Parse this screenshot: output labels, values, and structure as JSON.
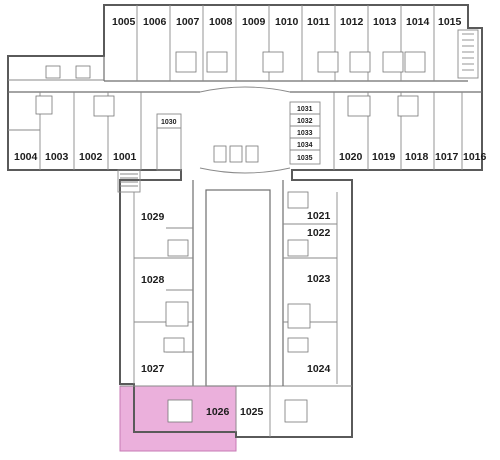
{
  "floor_plan": {
    "highlight_color": "#e7a2d6",
    "highlighted_room": "1026",
    "rooms_top_row": [
      "1005",
      "1006",
      "1007",
      "1008",
      "1009",
      "1010",
      "1011",
      "1012",
      "1013",
      "1014",
      "1015"
    ],
    "rooms_left_wing": [
      "1004",
      "1003",
      "1002",
      "1001"
    ],
    "rooms_right_wing": [
      "1020",
      "1019",
      "1018",
      "1017",
      "1016"
    ],
    "small_rooms": [
      "1030",
      "1031",
      "1032",
      "1033",
      "1034",
      "1035"
    ],
    "rooms_west_block": [
      "1029",
      "1028",
      "1027",
      "1026"
    ],
    "rooms_east_block": [
      "1021",
      "1022",
      "1023",
      "1024",
      "1025"
    ]
  }
}
